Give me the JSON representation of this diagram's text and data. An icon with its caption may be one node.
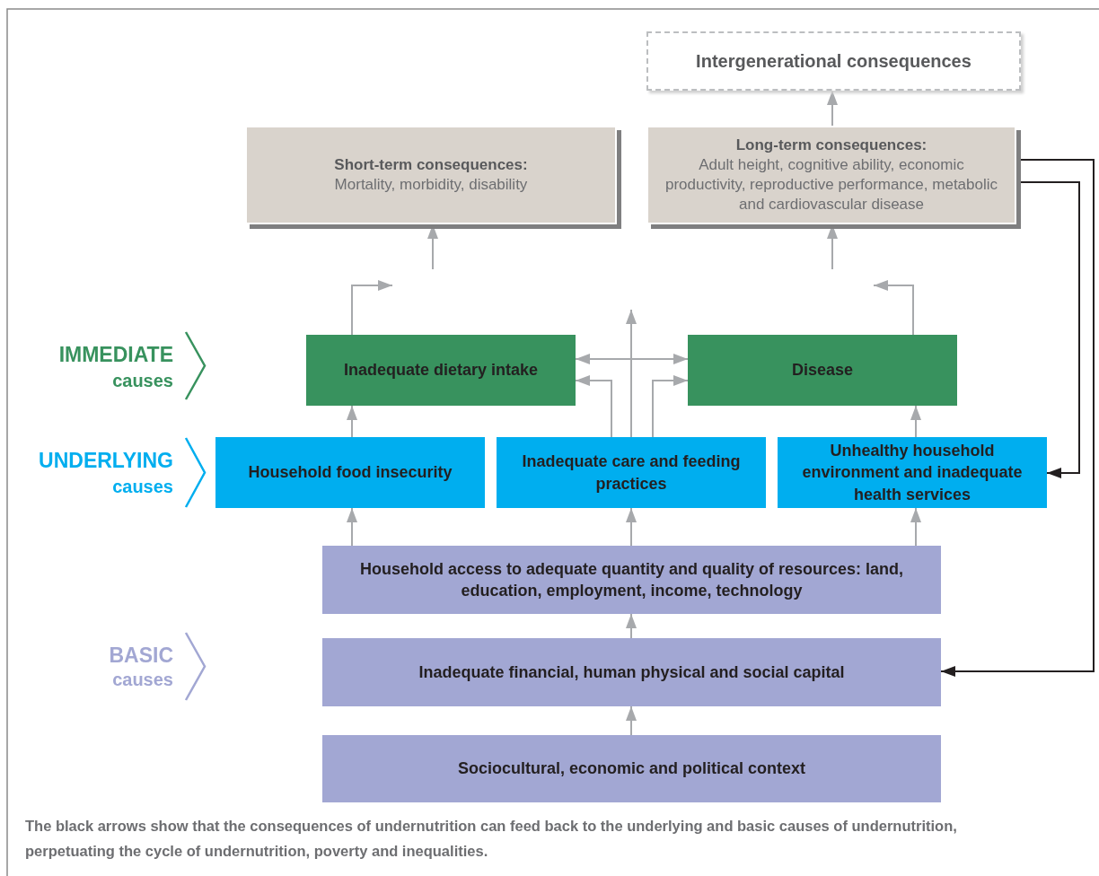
{
  "diagram": {
    "caption": "The black arrows show that the consequences of undernutrition can feed back to the underlying and basic causes of undernutrition, perpetuating the cycle of undernutrition, poverty and inequalities.",
    "nodes": [
      {
        "text": [
          "Intergenerational consequences"
        ]
      },
      {
        "text": [
          "Short-term consequences:",
          "Mortality, morbidity, disability"
        ]
      },
      {
        "text": [
          "Long-term consequences:",
          "Adult height, cognitive ability, economic productivity, reproductive performance, metabolic and cardiovascular disease"
        ]
      },
      {
        "text": [
          "Inadequate dietary intake"
        ]
      },
      {
        "text": [
          "Disease"
        ]
      },
      {
        "text": [
          "Household food insecurity"
        ]
      },
      {
        "text": [
          "Inadequate care and feeding practices"
        ]
      },
      {
        "text": [
          "Unhealthy household environment and inadequate health services"
        ]
      },
      {
        "text": [
          "Household access to adequate quantity and quality of resources: land, education, employment, income, technology"
        ]
      },
      {
        "text": [
          "Inadequate financial, human physical and social capital"
        ]
      },
      {
        "text": [
          "Sociocultural, economic and political context"
        ]
      }
    ],
    "edges": [
      {
        "from": 2,
        "to": 0,
        "arrow": "to"
      },
      {
        "from": 3,
        "to": null,
        "arrow": "to"
      },
      {
        "from": null,
        "to": 1,
        "arrow": "to"
      },
      {
        "from": 4,
        "to": null,
        "arrow": "to"
      },
      {
        "from": null,
        "to": 2,
        "arrow": "to"
      },
      {
        "from": 6,
        "to": null,
        "arrow": "to"
      },
      {
        "from": 3,
        "to": 4,
        "arrow": "both"
      },
      {
        "from": 6,
        "to": 3,
        "arrow": "to"
      },
      {
        "from": 6,
        "to": 4,
        "arrow": "to"
      },
      {
        "from": 5,
        "to": 3,
        "arrow": "to"
      },
      {
        "from": 7,
        "to": 4,
        "arrow": "to"
      },
      {
        "from": 8,
        "to": 5,
        "arrow": "to"
      },
      {
        "from": 8,
        "to": 6,
        "arrow": "to"
      },
      {
        "from": 8,
        "to": 7,
        "arrow": "to"
      },
      {
        "from": 9,
        "to": 8,
        "arrow": "to"
      },
      {
        "from": 10,
        "to": 9,
        "arrow": "to"
      },
      {
        "from": 2,
        "to": 7,
        "arrow": "to",
        "color": "#231f20"
      },
      {
        "from": 2,
        "to": 9,
        "arrow": "to",
        "color": "#231f20"
      }
    ],
    "labels": [
      "IMMEDIATE",
      "causes",
      "UNDERLYING",
      "causes",
      "BASIC",
      "causes"
    ]
  }
}
